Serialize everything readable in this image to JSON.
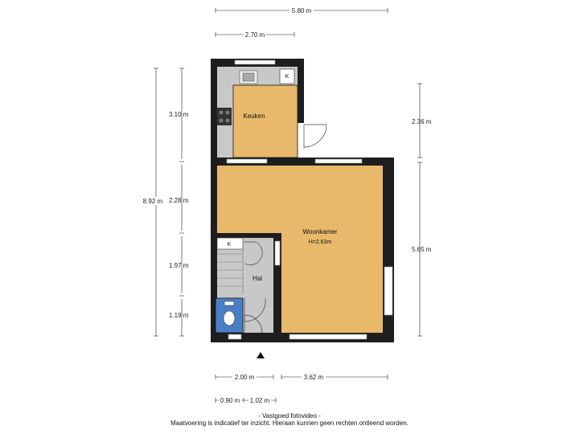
{
  "dimensions": {
    "top_total": "5.80 m",
    "top_upper": "2.70 m",
    "left_total": "8.92 m",
    "left_1": "3.10 m",
    "left_2": "2.28 m",
    "left_3": "1.97 m",
    "left_4": "1.19 m",
    "right_1": "2.36 m",
    "right_2": "5.65 m",
    "bottom_left": "2.00 m",
    "bottom_right": "3.62 m",
    "bottom_small_1": "0.90 m",
    "bottom_small_2": "1.02 m"
  },
  "rooms": {
    "keuken": "Keuken",
    "woonkamer": "Woonkamer",
    "woonkamer_height": "H=2.63m",
    "hal": "Hal"
  },
  "labels": {
    "kast_top": "K",
    "kast_hal": "K"
  },
  "footer": {
    "line1": "- Vastgoed fotovideo -",
    "line2": "Maatvoering is indicatief ter inzicht. Hieraan kunnen geen rechten ontleend worden."
  },
  "colors": {
    "room_fill": "#e8b96a",
    "wall": "#1e1e1e",
    "floor_grey": "#c8c8c8",
    "toilet_blue": "#4a7fc8"
  }
}
